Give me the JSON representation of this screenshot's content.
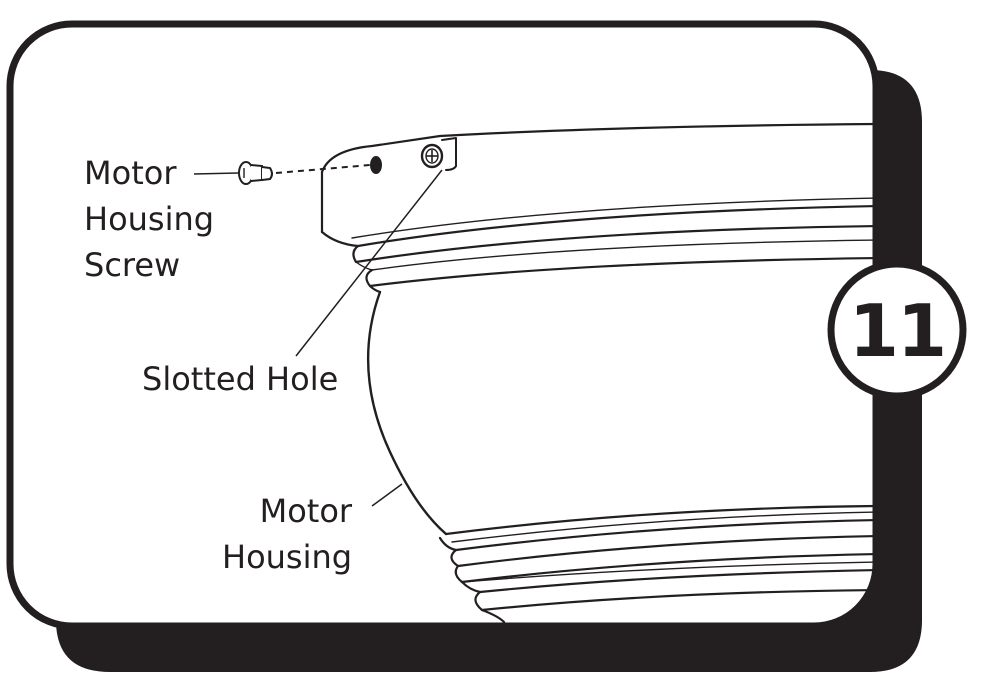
{
  "diagram": {
    "step_number": "11",
    "labels": {
      "motor_housing_screw": [
        "Motor",
        "Housing",
        "Screw"
      ],
      "slotted_hole": "Slotted Hole",
      "motor_housing": [
        "Motor",
        "Housing"
      ]
    },
    "colors": {
      "ink": "#231f20",
      "shadow": "#231f20",
      "panel": "#ffffff"
    }
  }
}
